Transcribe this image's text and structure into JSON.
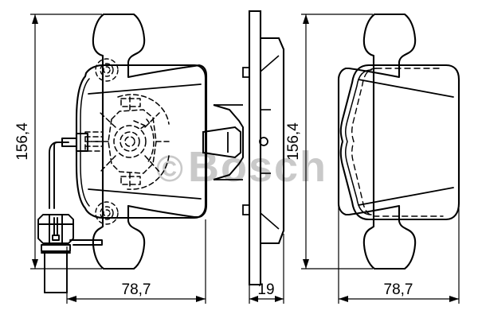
{
  "drawing": {
    "title": "Bosch brake pad technical drawing",
    "background_color": "#ffffff",
    "line_color": "#000000",
    "watermark_color": "#c9c9c9",
    "views": [
      {
        "name": "front-view-with-wear-sensor",
        "position": "left"
      },
      {
        "name": "edge-side-view",
        "position": "center"
      },
      {
        "name": "rear-view",
        "position": "right"
      }
    ]
  },
  "watermark": {
    "copyright_symbol": "©",
    "brand": "Bosch"
  },
  "dimensions": {
    "left_height": "156,4",
    "left_width": "78,7",
    "center_thickness": "19",
    "right_height": "156,4",
    "right_width": "78,7"
  }
}
